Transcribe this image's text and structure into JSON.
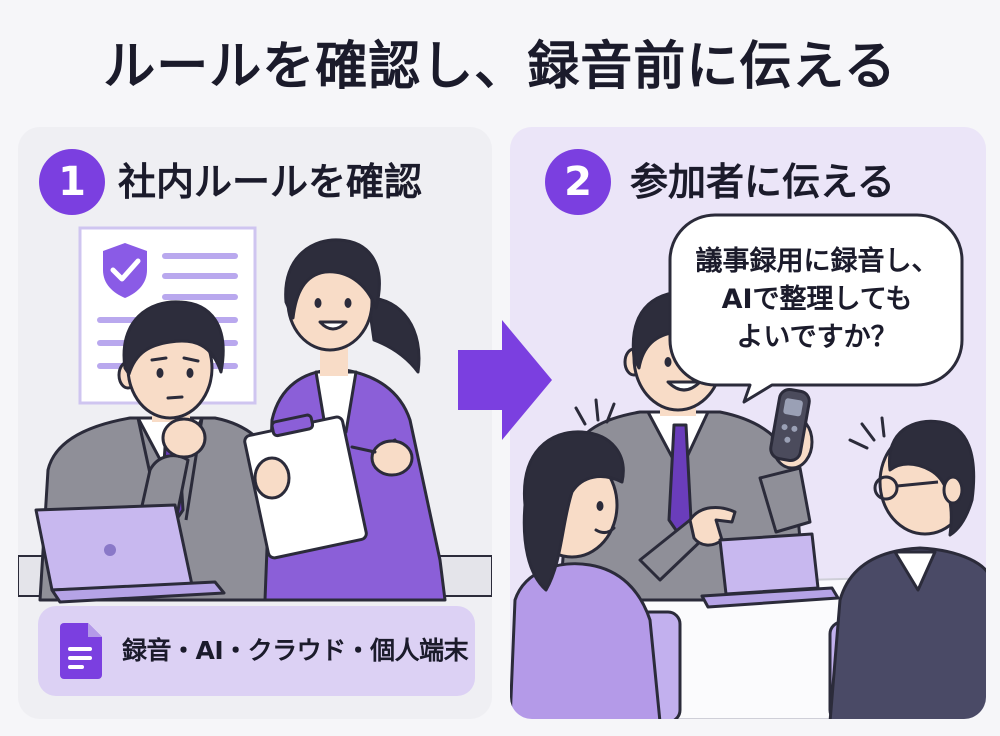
{
  "title": "ルールを確認し、録音前に伝える",
  "steps": [
    {
      "number": "1",
      "heading": "社内ルールを確認",
      "note": "録音・AI・クラウド・個人端末"
    },
    {
      "number": "2",
      "heading": "参加者に伝える",
      "speech": [
        "議事録用に録音し、",
        "AIで整理しても",
        "よいですか？"
      ]
    }
  ],
  "icons": {
    "step_note": "document-icon",
    "rules_document": "shield-check-icon",
    "transition": "arrow-right-icon",
    "device": "voice-recorder-icon"
  },
  "colors": {
    "accent": "#7b3fe0",
    "text": "#1b1b2b",
    "panel_left": "#efeff3",
    "panel_right": "#ebe5f8",
    "note_bg": "#dcd1f4",
    "suit_gray": "#8f8f98",
    "lavender": "#c8b8ef"
  }
}
